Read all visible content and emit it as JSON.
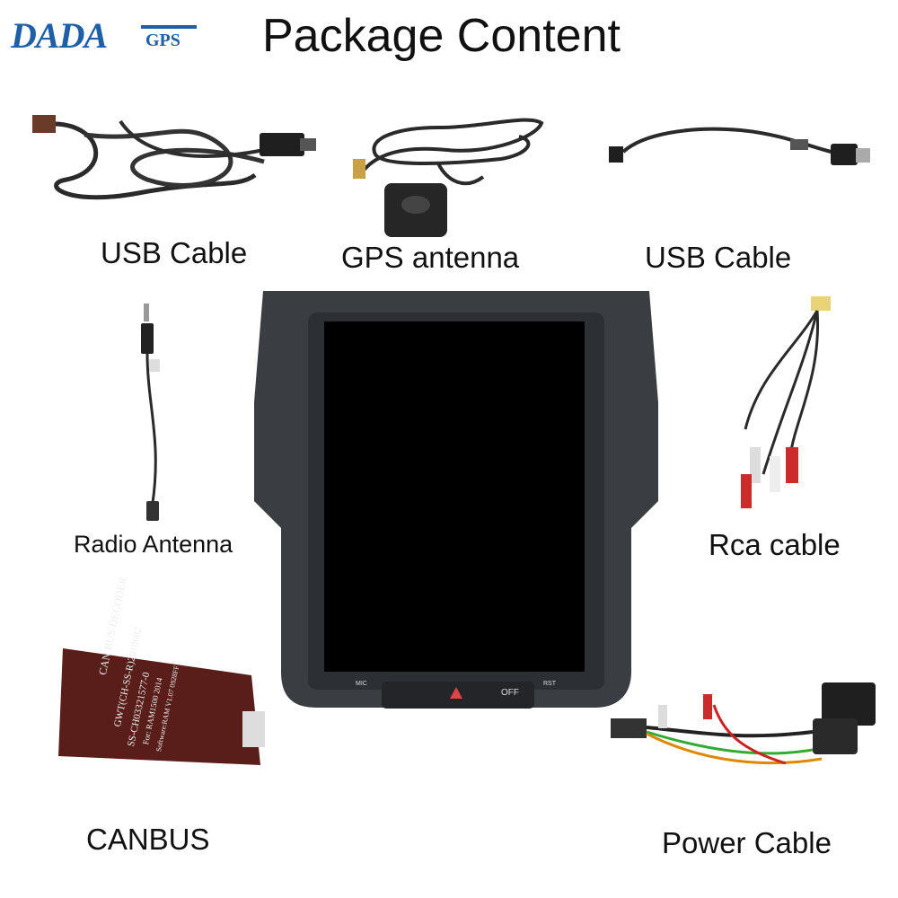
{
  "brand": {
    "logo_main": "DADA",
    "logo_sub": "GPS"
  },
  "title": "Package Content",
  "items": [
    {
      "name": "usb-cable-1",
      "label": "USB Cable"
    },
    {
      "name": "gps-antenna",
      "label": "GPS antenna"
    },
    {
      "name": "usb-cable-2",
      "label": "USB Cable"
    },
    {
      "name": "radio-antenna",
      "label": "Radio Antenna"
    },
    {
      "name": "rca-cable",
      "label": "Rca cable"
    },
    {
      "name": "canbus",
      "label": "CANBUS"
    },
    {
      "name": "power-cable",
      "label": "Power Cable"
    }
  ],
  "device": {
    "mic_label": "MIC",
    "rst_label": "RST",
    "off_label": "OFF"
  },
  "canbus_box": {
    "line1": "CAN BUS DECODER",
    "line2": "GWT(CH-SS-R)2018082",
    "line3": "SS-CH03321577-0",
    "line4": "For: RAM1500 2014",
    "line5": "Software:RAM V1.07 0928FF"
  },
  "colors": {
    "accent": "#1f5fa8",
    "device_body": "#3a3d42",
    "screen": "#000000",
    "canbus_box": "#5a1e1a"
  }
}
